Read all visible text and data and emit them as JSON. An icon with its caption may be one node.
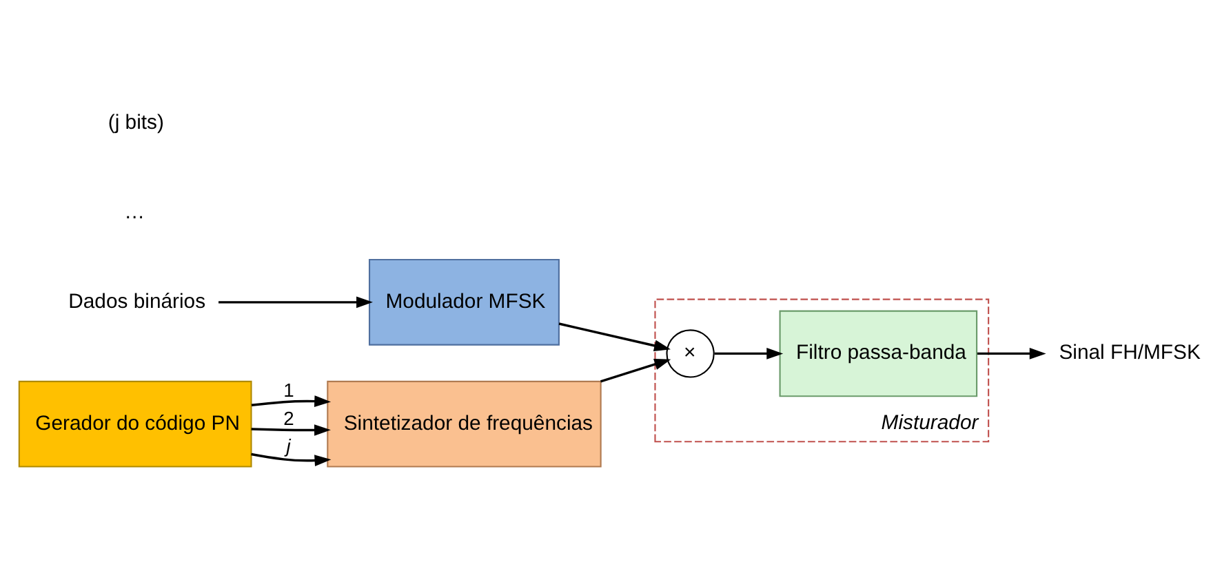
{
  "diagram": {
    "nodes": [
      {
        "text": [
          "Dados binários"
        ]
      },
      {
        "text": [
          "Modulador MFSK"
        ]
      },
      {
        "text": [
          "Misturador"
        ]
      },
      {
        "text": [
          "×"
        ],
        "in": 2
      },
      {
        "text": [
          "Filtro passa-banda"
        ],
        "in": 2
      },
      {
        "text": [
          "Sinal FH/MFSK"
        ]
      },
      {
        "text": [
          "Sintetizador de frequências"
        ]
      },
      {
        "text": [
          "Gerador do código PN"
        ]
      }
    ],
    "edges": [
      {
        "from": 0,
        "to": 1,
        "arrow": "to"
      },
      {
        "from": 1,
        "to": 3,
        "arrow": "to"
      },
      {
        "from": 3,
        "to": 4,
        "arrow": "to"
      },
      {
        "from": 4,
        "to": 5,
        "arrow": "to"
      },
      {
        "from": 6,
        "to": 3,
        "arrow": "to"
      },
      {
        "from": 7,
        "to": 6,
        "label": "1",
        "arrow": "to"
      },
      {
        "from": 7,
        "to": 6,
        "label": "2",
        "arrow": "to"
      },
      {
        "from": 7,
        "to": 6,
        "label": "j",
        "arrow": "to"
      }
    ],
    "labels": [
      "…",
      "(j bits)"
    ]
  }
}
